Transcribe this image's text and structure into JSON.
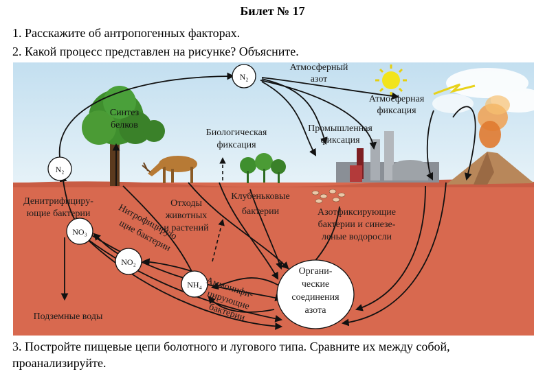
{
  "ticket_title": "Билет № 17",
  "questions": {
    "q1": "1. Расскажите об антропогенных факторах.",
    "q2": "2. Какой процесс представлен на рисунке? Объясните.",
    "q3": "3. Постройте пищевые цепи болотного и лугового типа. Сравните их между собой, проанализируйте."
  },
  "diagram": {
    "nodes": {
      "n2_top": "N₂",
      "n2_left": "N₂",
      "no3": "NO₃",
      "no2": "NO₂",
      "nh4": "NH₄"
    },
    "labels": {
      "atm_nitrogen_1": "Атмосферный",
      "atm_nitrogen_2": "азот",
      "atm_fix_1": "Атмосферная",
      "atm_fix_2": "фиксация",
      "protein_1": "Синтез",
      "protein_2": "белков",
      "bio_fix_1": "Биологическая",
      "bio_fix_2": "фиксация",
      "ind_fix_1": "Промышленная",
      "ind_fix_2": "фиксация",
      "denitr_1": "Денитрифициру-",
      "denitr_2": "ющие бактерии",
      "waste_1": "Отходы",
      "waste_2": "животных",
      "waste_3": "и растений",
      "nodule_1": "Клубеньковые",
      "nodule_2": "бактерии",
      "azot_1": "Азотфиксирующие",
      "azot_2": "бактерии и синезе-",
      "azot_3": "леные водоросли",
      "nitrif_1": "Нитрофицирую",
      "nitrif_2": "щие бактерии",
      "ammon_1": "Аммонифи-",
      "ammon_2": "цирующие",
      "ammon_3": "бактерии",
      "organic_1": "Органи-",
      "organic_2": "ческие",
      "organic_3": "соединения",
      "organic_4": "азота",
      "ground_water": "Подземные воды"
    }
  },
  "colors": {
    "sky": "#cfe6f2",
    "soil": "#d8694f",
    "soil_dark": "#c85c44",
    "tree": "#3f8f2e",
    "sun": "#f2e41c",
    "arrow": "#111111"
  }
}
